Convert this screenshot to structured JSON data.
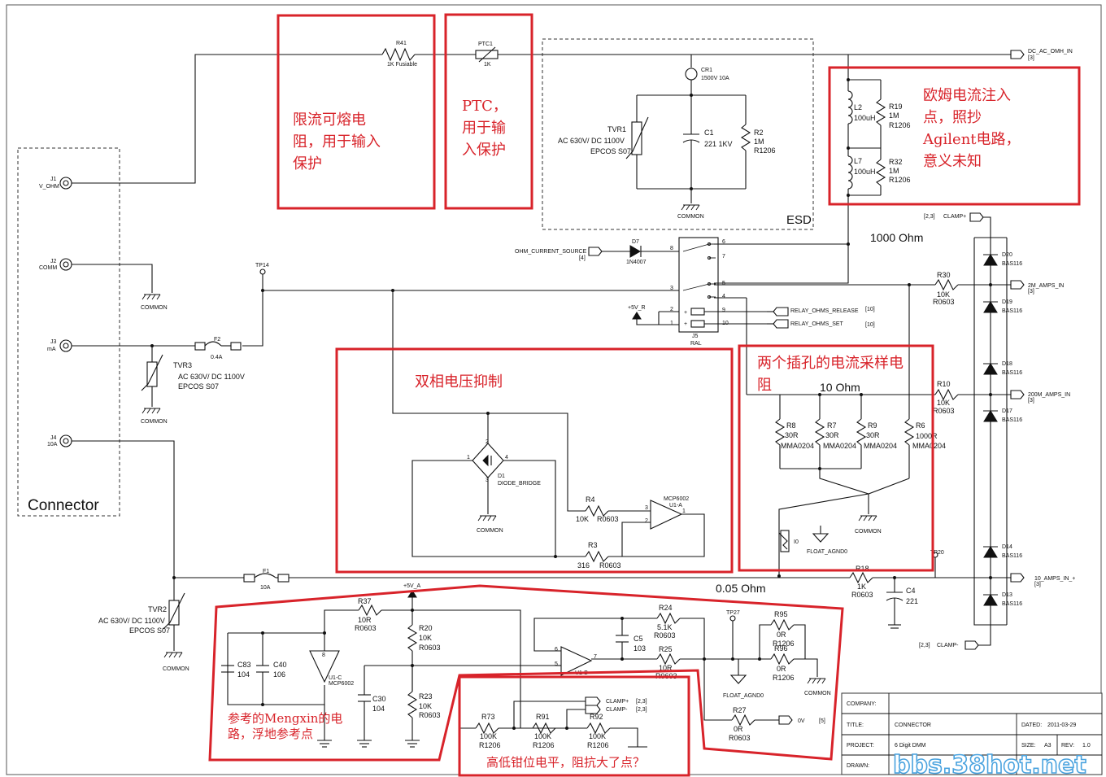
{
  "annotations": {
    "fuse_note": [
      "限流可熔电",
      "阻，用于输入",
      "保护"
    ],
    "ptc_note": [
      "PTC，",
      "用于输",
      "入保护"
    ],
    "ohm_note": [
      "欧姆电流注入",
      "点，照抄",
      "Agilent电路，",
      "意义未知"
    ],
    "bipolar_note": "双相电压抑制",
    "shunt_note": [
      "两个插孔的电流采样电",
      "阻"
    ],
    "ref_note": [
      "参考的Mengxin的电",
      "路，浮地参考点"
    ],
    "clamp_note": "高低钳位电平，阻抗大了点？"
  },
  "blocks": {
    "connector": "Connector",
    "esd": "ESD"
  },
  "labels": {
    "r41": "R41",
    "r41_v": "1K Fusiable",
    "ptc1": "PTC1",
    "ptc1_v": "1K",
    "cr1": "CR1",
    "cr1_v": "1500V 10A",
    "c1": "C1",
    "c1_v": "221 1KV",
    "r2": "R2",
    "r2_v1": "1M",
    "r2_v2": "R1206",
    "tvr1": "TVR1",
    "tvr1_v1": "AC 630V/ DC 1100V",
    "tvr1_v2": "EPCOS S07",
    "common": "COMMON",
    "dc_ac_ohm_in": "DC_AC_OMH_IN",
    "dc_ac_ohm_in_ref": "[3]",
    "l2": "L2",
    "l2_v": "100uH",
    "r19": "R19",
    "r19_v1": "1M",
    "r19_v2": "R1206",
    "l7": "L7",
    "l7_v": "100uH",
    "r32": "R32",
    "r32_v1": "1M",
    "r32_v2": "R1206",
    "clamp_p": "CLAMP+",
    "clamp_p_ref": "[2,3]",
    "clamp_m": "CLAMP-",
    "clamp_m_ref": "[2,3]",
    "ohm_1000": "1000 Ohm",
    "d20": "D20",
    "d19": "D19",
    "d18": "D18",
    "d17": "D17",
    "d14": "D14",
    "d13": "D13",
    "bas116": "BAS116",
    "r30": "R30",
    "r30_v": "10K",
    "r0603": "R0603",
    "amps_2m": "2M_AMPS_IN",
    "amps_2m_ref": "[3]",
    "r10": "R10",
    "r10_v": "10K",
    "amps_200m": "200M_AMPS_IN",
    "amps_200m_ref": "[3]",
    "amps_10": "10_AMPS_IN_+",
    "amps_10_ref": "[3]",
    "j1": "J1",
    "j1_n": "V_OHM",
    "j2": "J2",
    "j2_n": "COMM",
    "j3": "J3",
    "j3_n": "mA",
    "j4": "J4",
    "j4_n": "10A",
    "tp14": "TP14",
    "tp20": "TP20",
    "tp27": "TP27",
    "ohm_current_source": "OHM_CURRENT_SOURCE",
    "ohm_current_source_ref": "[4]",
    "d7": "D7",
    "d7_v": "1N4007",
    "relay_release": "RELAY_OHMS_RELEASE",
    "relay_set": "RELAY_OHMS_SET",
    "relay_ref": "[10]",
    "j5": "J5",
    "j5_v": "RAL",
    "v5r": "+5V_R",
    "f2": "F2",
    "f2_v": "0.4A",
    "tvr3": "TVR3",
    "tvr3_v1": "AC 630V/ DC 1100V",
    "tvr3_v2": "EPCOS S07",
    "tvr2": "TVR2",
    "tvr2_v1": "AC 630V/ DC 1100V",
    "tvr2_v2": "EPCOS S07",
    "f1": "F1",
    "f1_v": "10A",
    "d1": "D1",
    "d1_v": "DIODE_BRIDGE",
    "r4": "R4",
    "r4_v": "10K",
    "r3": "R3",
    "r3_v": "316",
    "mcp6002": "MCP6002",
    "u1a": "U1-A",
    "u1b": "U1-B",
    "u1c": "U1-C",
    "ohm_10": "10 Ohm",
    "r8": "R8",
    "r7": "R7",
    "r9": "R9",
    "r6": "R6",
    "r30r": "30R",
    "mma0204": "MMA0204",
    "r6_v": "1000R",
    "float_agnd0": "FLOAT_AGND0",
    "ohm_005": "0.05 Ohm",
    "r18": "R18",
    "r18_v": "1K",
    "c4": "C4",
    "c4_v": "221",
    "v5a": "+5V_A",
    "r37": "R37",
    "r37_v": "10R",
    "r20": "R20",
    "r20_v": "10K",
    "r23": "R23",
    "r23_v": "10K",
    "c83": "C83",
    "c83_v": "104",
    "c40": "C40",
    "c40_v": "106",
    "c30": "C30",
    "c30_v": "104",
    "r24": "R24",
    "r24_v": "5.1K",
    "c5": "C5",
    "c5_v": "103",
    "r25": "R25",
    "r25_v": "10R",
    "r95": "R95",
    "r96": "R96",
    "r0": "0R",
    "r1206": "R1206",
    "r27": "R27",
    "r27_v": "0R",
    "zero_v": "0V",
    "ref5": "[5]",
    "r73": "R73",
    "r91": "R91",
    "r92": "R92",
    "k100": "100K",
    "clamp_p2": "CLAMP+",
    "clamp_m2": "CLAMP-",
    "ref23": "[2,3]"
  },
  "title_block": {
    "company_label": "COMPANY:",
    "company": "",
    "title_label": "TITLE:",
    "title": "CONNECTOR",
    "project_label": "PROJECT:",
    "project": "6 Digit DMM",
    "drawn_label": "DRAWN:",
    "dated_label": "DATED:",
    "dated": "2011-03-29",
    "size_label": "SIZE:",
    "size": "A3",
    "rev_label": "REV:",
    "rev": "1.0"
  },
  "watermark": "bbs.38hot.net"
}
